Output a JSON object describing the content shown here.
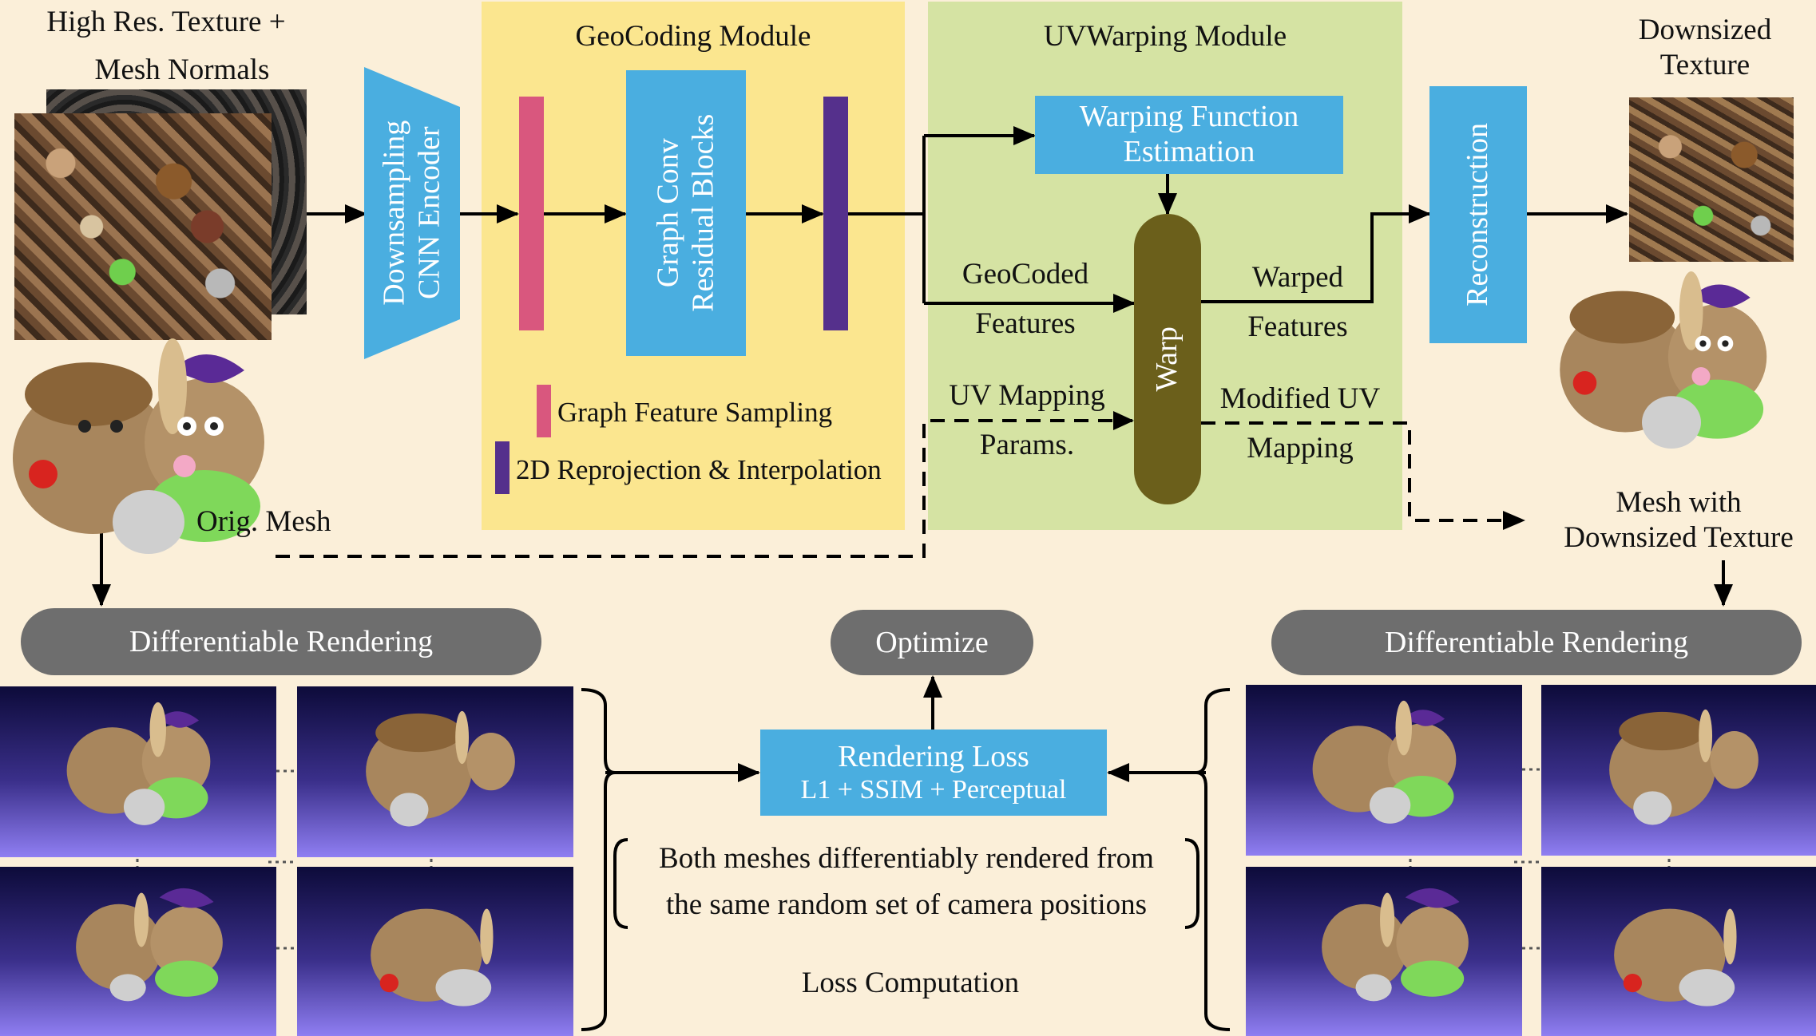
{
  "input": {
    "texture_label": "High Res. Texture +",
    "normals_label": "Mesh Normals",
    "mesh_label": "Orig. Mesh"
  },
  "encoder": {
    "label_line1": "Downsampling",
    "label_line2": "CNN Encoder"
  },
  "geocoding": {
    "title": "GeoCoding Module",
    "graph_block_line1": "Graph Conv",
    "graph_block_line2": "Residual Blocks",
    "legend": [
      {
        "label": "Graph Feature Sampling",
        "color": "#d9577e"
      },
      {
        "label": "2D Reprojection & Interpolation",
        "color": "#55308c"
      }
    ]
  },
  "uvwarping": {
    "title": "UVWarping Module",
    "warp_estimation_line1": "Warping Function",
    "warp_estimation_line2": "Estimation",
    "warp_label": "Warp",
    "geocoded_line1": "GeoCoded",
    "geocoded_line2": "Features",
    "warped_line1": "Warped",
    "warped_line2": "Features",
    "uv_params_line1": "UV Mapping",
    "uv_params_line2": "Params.",
    "modified_uv_line1": "Modified UV",
    "modified_uv_line2": "Mapping"
  },
  "reconstruction": {
    "label": "Reconstruction"
  },
  "output": {
    "texture_line1": "Downsized",
    "texture_line2": "Texture",
    "mesh_line1": "Mesh with",
    "mesh_line2": "Downsized Texture"
  },
  "rendering": {
    "left_label": "Differentiable Rendering",
    "right_label": "Differentiable Rendering",
    "optimize_label": "Optimize",
    "loss_title": "Rendering Loss",
    "loss_terms": "L1 + SSIM + Perceptual",
    "note_line1": "Both meshes differentiably rendered from",
    "note_line2": "the same random set of camera positions",
    "section_label": "Loss Computation"
  },
  "colors": {
    "background": "#fbefd9",
    "geocoding_panel": "#fbe68f",
    "uvwarping_panel": "#d5e3a3",
    "block_blue": "#4aaee0",
    "warp_olive": "#6b5f1b",
    "pill_gray": "#6e6e6e",
    "sampling_pink": "#d9577e",
    "reprojection_purple": "#55308c"
  },
  "icons": [
    "doll-mesh-image",
    "texture-atlas-image",
    "render-thumbnail"
  ]
}
